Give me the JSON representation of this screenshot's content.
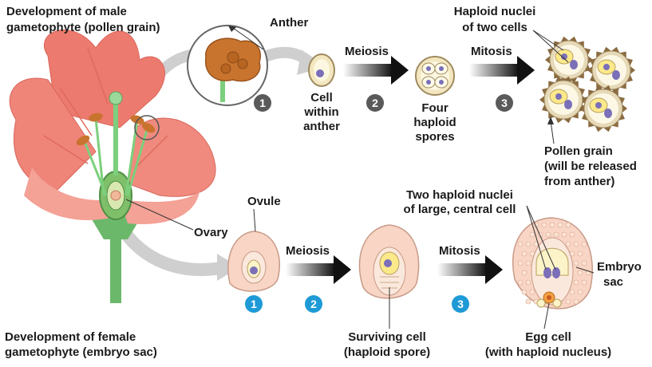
{
  "labels": {
    "male_title_1": "Development of male",
    "male_title_2": "gametophyte (pollen grain)",
    "anther": "Anther",
    "cell_within_1": "Cell",
    "cell_within_2": "within",
    "cell_within_3": "anther",
    "meiosis_top": "Meiosis",
    "four_1": "Four",
    "four_2": "haploid",
    "four_3": "spores",
    "mitosis_top": "Mitosis",
    "haploid_nuclei_1": "Haploid nuclei",
    "haploid_nuclei_2": "of two cells",
    "pollen_1": "Pollen grain",
    "pollen_2": "(will be released",
    "pollen_3": "from anther)",
    "ovule": "Ovule",
    "ovary": "Ovary",
    "meiosis_bottom": "Meiosis",
    "mitosis_bottom": "Mitosis",
    "two_nuclei_1": "Two haploid nuclei",
    "two_nuclei_2": "of large, central cell",
    "embryo_sac_1": "Embryo",
    "embryo_sac_2": "sac",
    "surviving_1": "Surviving cell",
    "surviving_2": "(haploid spore)",
    "egg_1": "Egg cell",
    "egg_2": "(with haploid nucleus)",
    "female_title_1": "Development of female",
    "female_title_2": "gametophyte (embryo sac)"
  },
  "steps": {
    "top_1": "1",
    "top_2": "2",
    "top_3": "3",
    "bottom_1": "1",
    "bottom_2": "2",
    "bottom_3": "3"
  },
  "colors": {
    "petal": "#f0857a",
    "petal_light": "#f7b3a8",
    "stem": "#6bb86b",
    "pollen_wall": "#d8c8a8",
    "pollen_spike": "#7a6440",
    "nucleus": "#7a6fb8",
    "cytoplasm": "#fbf0b0",
    "ovule": "#f8d5c5",
    "egg": "#f2a040",
    "step_dark": "#5a5a5a",
    "step_blue": "#1e9ad6"
  }
}
